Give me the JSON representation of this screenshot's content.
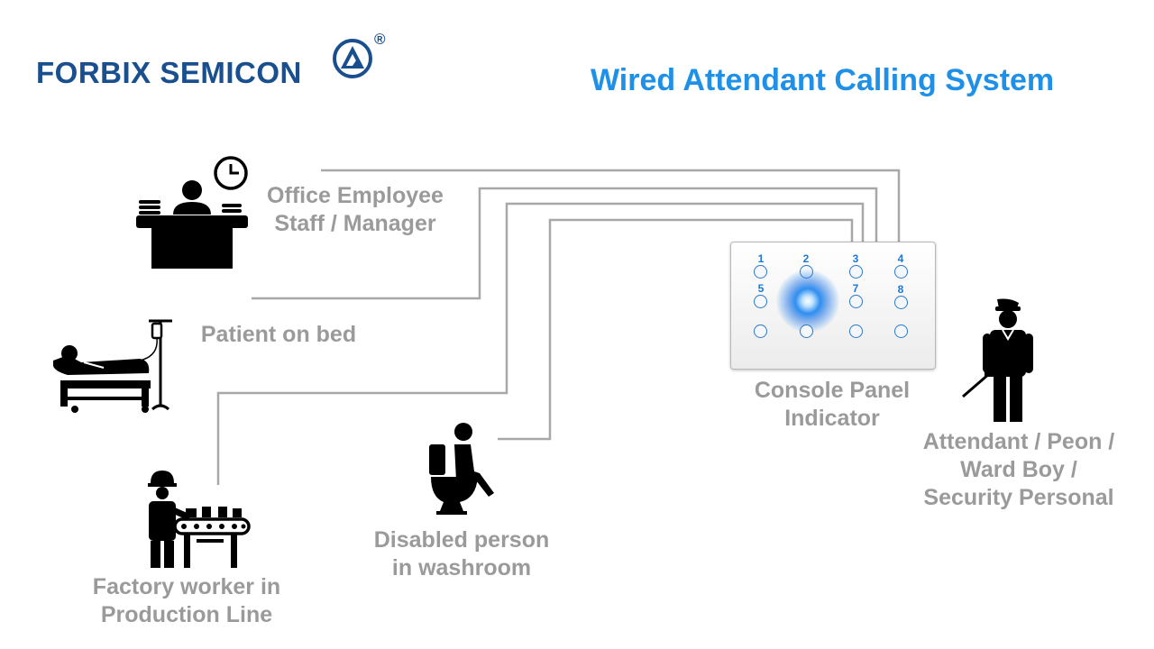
{
  "brand": {
    "name": "FORBIX SEMICON",
    "registered_mark": "®",
    "color": "#1a4f8f"
  },
  "title": "Wired Attendant Calling System",
  "title_color": "#1e90e8",
  "label_color": "#9a9a9a",
  "wire_color": "#a8a8a8",
  "nodes": {
    "office": {
      "line1": "Office Employee",
      "line2": "Staff / Manager",
      "icon": "office-desk-clock-icon"
    },
    "patient": {
      "line1": "Patient on bed",
      "icon": "patient-bed-iv-icon"
    },
    "factory": {
      "line1": "Factory worker in",
      "line2": "Production Line",
      "icon": "factory-worker-conveyor-icon"
    },
    "washroom": {
      "line1": "Disabled person",
      "line2": "in washroom",
      "icon": "disabled-person-toilet-icon"
    },
    "console": {
      "line1": "Console Panel",
      "line2": "Indicator",
      "icon": "console-panel-icon"
    },
    "attendant": {
      "line1": "Attendant / Peon /",
      "line2": "Ward Boy /",
      "line3": "Security Personal",
      "icon": "security-guard-icon"
    }
  },
  "console_panel": {
    "accent": "#1e78d0",
    "button_numbers": [
      "1",
      "2",
      "3",
      "4",
      "5",
      "7",
      "8"
    ]
  }
}
